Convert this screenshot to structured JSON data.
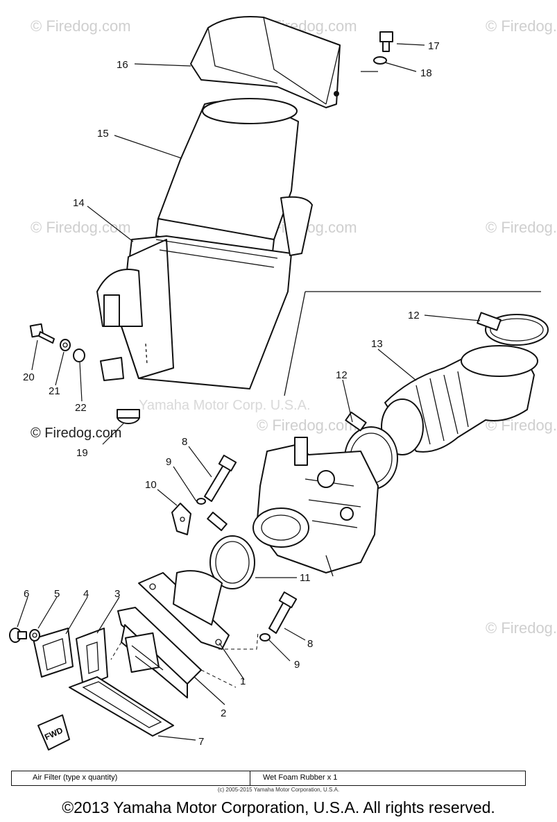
{
  "watermarks": {
    "site": "© Firedog.com",
    "maker": "Yamaha Motor Corp. U.S.A."
  },
  "callouts": [
    "1",
    "2",
    "3",
    "4",
    "5",
    "6",
    "7",
    "8",
    "8",
    "9",
    "9",
    "10",
    "11",
    "12",
    "12",
    "13",
    "14",
    "15",
    "16",
    "17",
    "18",
    "19",
    "20",
    "21",
    "22"
  ],
  "spec_table": {
    "label": "Air Filter (type x quantity)",
    "value": "Wet Foam Rubber x 1"
  },
  "small_copyright": "(c) 2005-2015 Yamaha Motor Corporation, U.S.A.",
  "copyright": "©2013 Yamaha Motor Corporation, U.S.A. All rights reserved.",
  "fwd_label": "FWD"
}
